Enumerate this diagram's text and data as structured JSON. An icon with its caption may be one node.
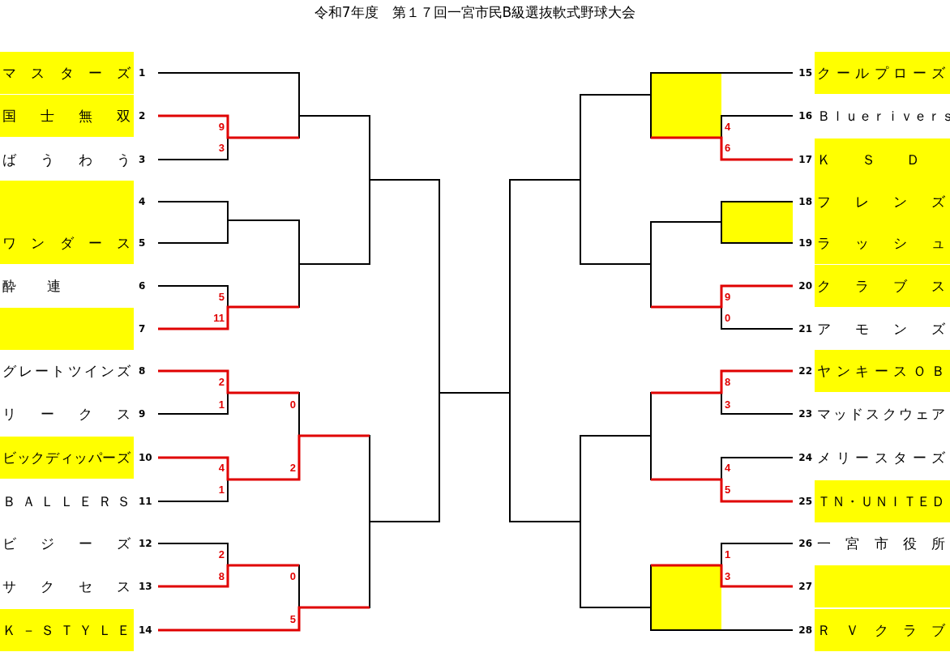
{
  "diagram": {
    "title": "令和7年度　第１７回一宮市民B級選抜軟式野球大会",
    "nodes": [
      {
        "text": [
          "マスターズ"
        ],
        "beside": [
          "1"
        ]
      },
      {
        "text": [
          "国士無双"
        ],
        "beside": [
          "2"
        ]
      },
      {
        "text": [
          "ばうわう"
        ],
        "beside": [
          "3"
        ]
      },
      {
        "text": [],
        "shape": "box",
        "beside": [
          "4"
        ]
      },
      {
        "text": [
          "ワンダース"
        ],
        "beside": [
          "5"
        ]
      },
      {
        "text": [
          "酔連"
        ],
        "beside": [
          "6"
        ]
      },
      {
        "text": [],
        "shape": "box",
        "beside": [
          "7"
        ]
      },
      {
        "text": [
          "グレートツインズ"
        ],
        "beside": [
          "8"
        ]
      },
      {
        "text": [
          "リークス"
        ],
        "beside": [
          "9"
        ]
      },
      {
        "text": [
          "ビックディッパーズ"
        ],
        "beside": [
          "10"
        ]
      },
      {
        "text": [
          "ＢＡＬＬＥＲＳ"
        ],
        "beside": [
          "11"
        ]
      },
      {
        "text": [
          "ビジーズ"
        ],
        "beside": [
          "12"
        ]
      },
      {
        "text": [
          "サクセス"
        ],
        "beside": [
          "13"
        ]
      },
      {
        "text": [
          "Ｋ－ＳＴＹＬＥ"
        ],
        "beside": [
          "14"
        ]
      },
      {
        "text": [
          "クールプローズ"
        ],
        "beside": [
          "15"
        ]
      },
      {
        "text": [
          "Ｂｌｕｅｒｉｖｅｒｓ"
        ],
        "beside": [
          "16"
        ]
      },
      {
        "text": [
          "ＫＳＤ"
        ],
        "beside": [
          "17"
        ]
      },
      {
        "text": [
          "フレンズ"
        ],
        "beside": [
          "18"
        ]
      },
      {
        "text": [
          "ラッシュ"
        ],
        "beside": [
          "19"
        ]
      },
      {
        "text": [
          "クラブス"
        ],
        "beside": [
          "20"
        ]
      },
      {
        "text": [
          "アモンズ"
        ],
        "beside": [
          "21"
        ]
      },
      {
        "text": [
          "ヤンキースＯＢ"
        ],
        "beside": [
          "22"
        ]
      },
      {
        "text": [
          "マッドスクウェア"
        ],
        "beside": [
          "23"
        ]
      },
      {
        "text": [
          "メリースターズ"
        ],
        "beside": [
          "24"
        ]
      },
      {
        "text": [
          "ＴＮ・ＵＮＩＴＥＤ"
        ],
        "beside": [
          "25"
        ]
      },
      {
        "text": [
          "一宮市役所"
        ],
        "beside": [
          "26"
        ]
      },
      {
        "text": [],
        "shape": "box",
        "beside": [
          "27"
        ]
      },
      {
        "text": [
          "ＲＶクラブ"
        ],
        "beside": [
          "28"
        ]
      },
      {
        "text": [],
        "shape": "box"
      },
      {
        "text": [],
        "shape": "box"
      },
      {
        "text": [],
        "shape": "box"
      }
    ],
    "labels": [
      "9",
      "4",
      "3",
      "6",
      "5",
      "9",
      "11",
      "0",
      "2",
      "8",
      "1",
      "0",
      "3",
      "4",
      "2",
      "4",
      "1",
      "5",
      "2",
      "1",
      "8",
      "0",
      "3",
      "5"
    ]
  }
}
